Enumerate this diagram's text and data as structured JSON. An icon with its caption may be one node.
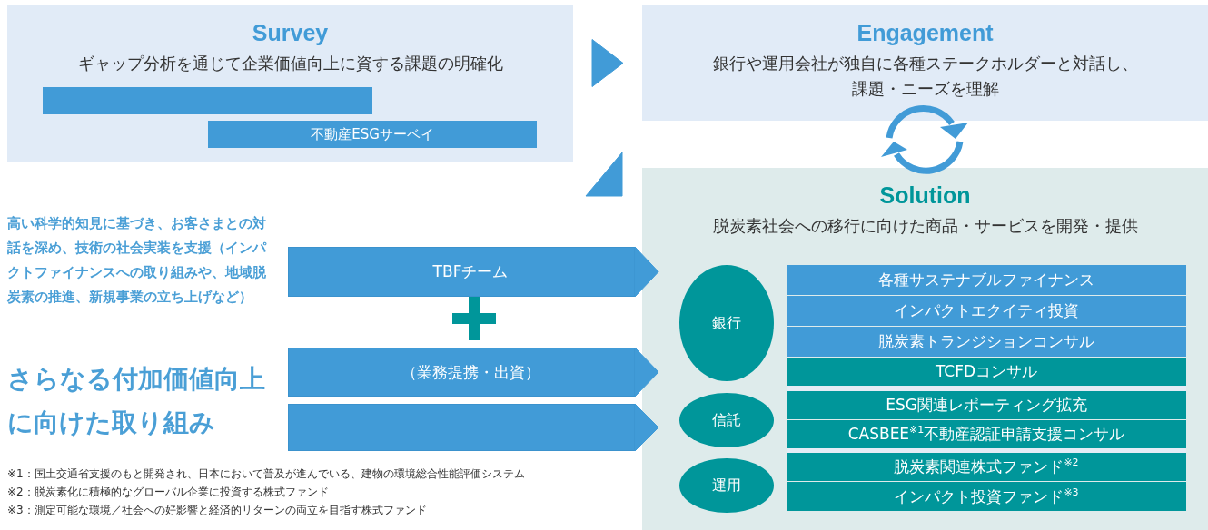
{
  "diagram": {
    "nodes": [
      {
        "text": [
          "Survey",
          "ギャップ分析を通じて企業価値向上に資する課題の明確化"
        ]
      },
      {
        "text": [],
        "shape": "bar",
        "in": 0
      },
      {
        "text": [
          "不動産ESGサーベイ"
        ],
        "in": 0
      },
      {
        "text": [
          "Engagement",
          "銀行や運用会社が独自に各種ステークホルダーと対話し、課題・ニーズを理解"
        ]
      },
      {
        "text": [
          "Solution",
          "脱炭素社会への移行に向けた商品・サービスを開発・提供"
        ]
      },
      {
        "text": [
          "銀行"
        ],
        "in": 4
      },
      {
        "text": [
          "各種サステナブルファイナンス"
        ],
        "in": 4
      },
      {
        "text": [
          "インパクトエクイティ投資"
        ],
        "in": 4
      },
      {
        "text": [
          "脱炭素トランジションコンサル"
        ],
        "in": 4
      },
      {
        "text": [
          "TCFDコンサル"
        ],
        "in": 4
      },
      {
        "text": [
          "信託"
        ],
        "in": 4
      },
      {
        "text": [
          "ESG関連レポーティング拡充"
        ],
        "in": 4
      },
      {
        "text": [
          "CASBEE$^{※1}$不動産認証申請支援コンサル"
        ],
        "in": 4
      },
      {
        "text": [
          "運用"
        ],
        "in": 4
      },
      {
        "text": [
          "脱炭素関連株式ファンド$^{※2}$"
        ],
        "in": 4
      },
      {
        "text": [
          "インパクト投資ファンド$^{※3}$"
        ],
        "in": 4
      },
      {
        "text": [
          "TBFチーム"
        ],
        "beside": [
          "高い科学的知見に基づき、お客さまとの対話を深め、技術の社会実装を支援（インパクトファイナンスへの取り組みや、地域脱炭素の推進、新規事業の立ち上げなど）"
        ]
      },
      {
        "text": [
          "（業務提携・出資）"
        ]
      },
      {
        "text": [],
        "shape": "box"
      }
    ],
    "edges": [
      {
        "from": 0,
        "to": 3,
        "arrow": "to"
      },
      {
        "from": 4,
        "to": 0,
        "arrow": "to"
      },
      {
        "from": 16,
        "to": 4,
        "arrow": "to"
      },
      {
        "from": 17,
        "to": 4,
        "arrow": "to"
      },
      {
        "from": 18,
        "to": 4,
        "arrow": "to"
      }
    ],
    "labels": [
      "さらなる付加価値向上に向けた取り組み",
      "※1：国土交通省支援のもと開発され、日本において普及が進んでいる、建物の環境総合性能評価システム",
      "※2：脱炭素化に積極的なグローバル企業に投資する株式ファンド",
      "※3：測定可能な環境／社会への好影響と経済的リターンの両立を目指す株式ファンド"
    ]
  }
}
